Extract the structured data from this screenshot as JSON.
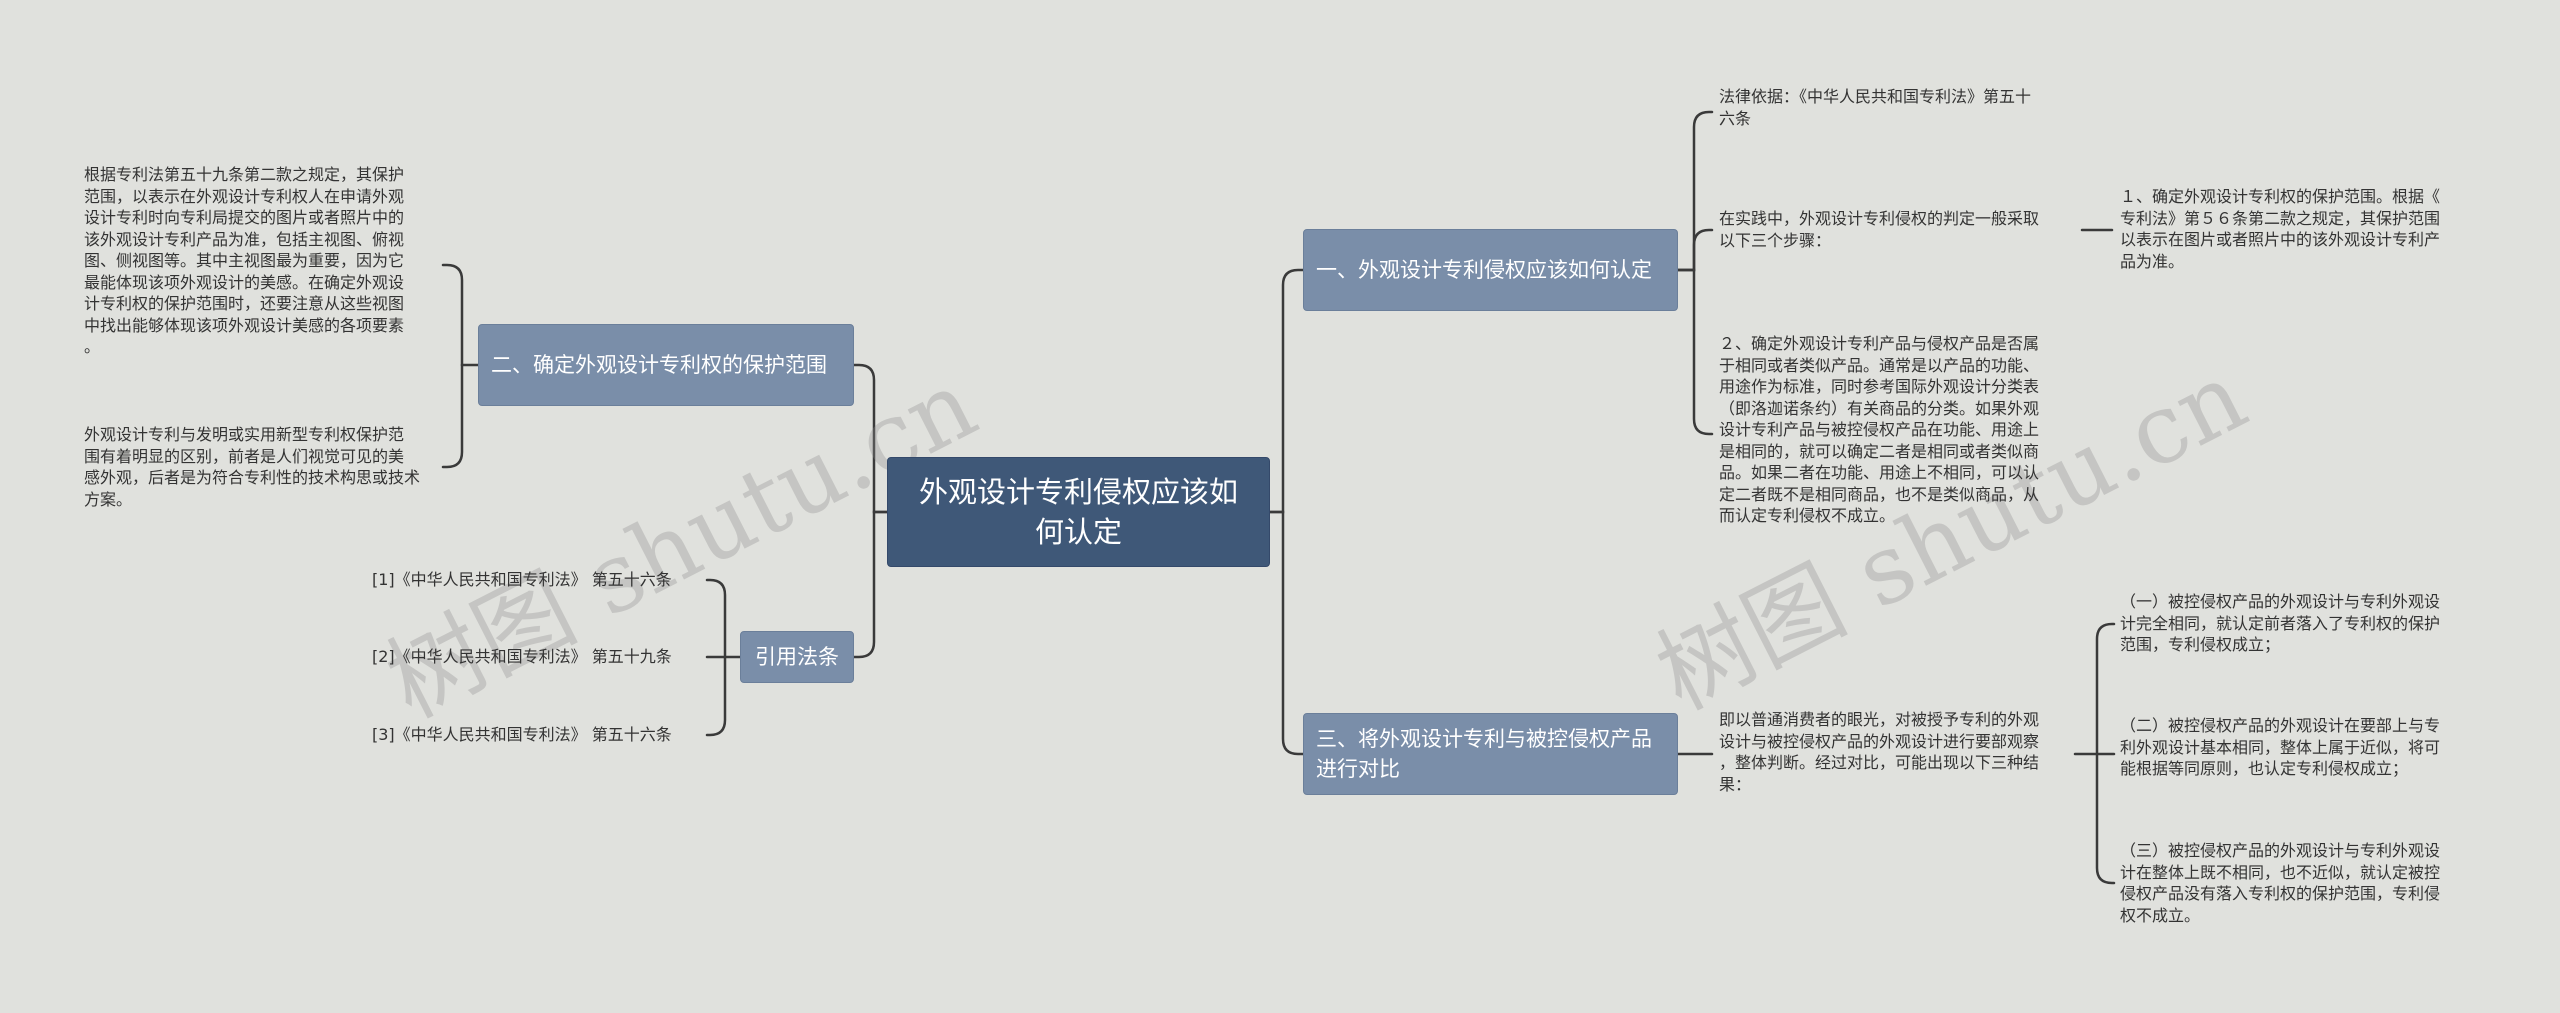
{
  "root": {
    "title": "外观设计专利侵权应该如何认定"
  },
  "branches": {
    "b1": {
      "title": "一、外观设计专利侵权应该如何认定"
    },
    "b2": {
      "title": "二、确定外观设计专利权的保护范围"
    },
    "b3": {
      "title": "三、将外观设计专利与被控侵权产品进行对比"
    },
    "b4": {
      "title": "引用法条"
    }
  },
  "leaves": {
    "b1_law": "法律依据：《中华人民共和国专利法》第五十\n六条",
    "b1_practice": "在实践中，外观设计专利侵权的判定一般采取\n以下三个步骤：",
    "b1_step1": "１、确定外观设计专利权的保护范围。根据《\n专利法》第５６条第二款之规定，其保护范围\n以表示在图片或者照片中的该外观设计专利产\n品为准。",
    "b1_step2": "２、确定外观设计专利产品与侵权产品是否属\n于相同或者类似产品。通常是以产品的功能、\n用途作为标准，同时参考国际外观设计分类表\n（即洛迦诺条约）有关商品的分类。如果外观\n设计专利产品与被控侵权产品在功能、用途上\n是相同的，就可以确定二者是相同或者类似商\n品。如果二者在功能、用途上不相同，可以认\n定二者既不是相同商品，也不是类似商品，从\n而认定专利侵权不成立。",
    "b2_leaf1": "根据专利法第五十九条第二款之规定，其保护\n范围，以表示在外观设计专利权人在申请外观\n设计专利时向专利局提交的图片或者照片中的\n该外观设计专利产品为准，包括主视图、俯视\n图、侧视图等。其中主视图最为重要，因为它\n最能体现该项外观设计的美感。在确定外观设\n计专利权的保护范围时，还要注意从这些视图\n中找出能够体现该项外观设计美感的各项要素\n。",
    "b2_leaf2": "外观设计专利与发明或实用新型专利权保护范\n围有着明显的区别，前者是人们视觉可见的美\n感外观，后者是为符合专利性的技术构思或技术\n方案。",
    "b3_intro": "即以普通消费者的眼光，对被授予专利的外观\n设计与被控侵权产品的外观设计进行要部观察\n，整体判断。经过对比，可能出现以下三种结\n果：",
    "b3_r1": "（一）被控侵权产品的外观设计与专利外观设\n计完全相同，就认定前者落入了专利权的保护\n范围，专利侵权成立；",
    "b3_r2": "（二）被控侵权产品的外观设计在要部上与专\n利外观设计基本相同，整体上属于近似，将可\n能根据等同原则，也认定专利侵权成立；",
    "b3_r3": "（三）被控侵权产品的外观设计与专利外观设\n计在整体上既不相同，也不近似，就认定被控\n侵权产品没有落入专利权的保护范围，专利侵\n权不成立。"
  },
  "references": [
    "[1]《中华人民共和国专利法》 第五十六条",
    "[2]《中华人民共和国专利法》 第五十九条",
    "[3]《中华人民共和国专利法》 第五十六条"
  ],
  "watermark": [
    "树图 shutu.cn",
    "树图 shutu.cn"
  ],
  "colors": {
    "background": "#e0e1dd",
    "root_fill": "#3f5878",
    "branch_fill": "#7a8ea9",
    "connector": "#3a3a3a"
  }
}
